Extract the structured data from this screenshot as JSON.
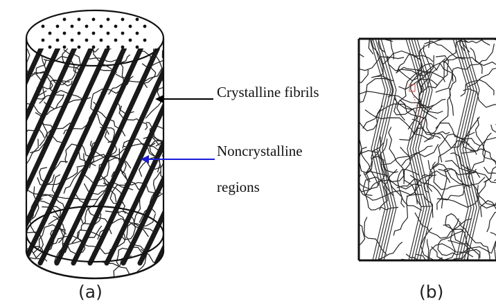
{
  "diagram": {
    "left_panel": {
      "caption": "(a)",
      "labels": {
        "crystalline": "Crystalline fibrils",
        "noncrystalline_line1": "Noncrystalline",
        "noncrystalline_line2": "regions"
      }
    },
    "right_panel": {
      "caption": "(b)"
    },
    "colors": {
      "outline": "#111111",
      "fibril": "#1a1a1a",
      "crystalline_arrow": "#000000",
      "noncrystalline_arrow": "#1a1adc",
      "marker": "#d04a4a"
    }
  }
}
